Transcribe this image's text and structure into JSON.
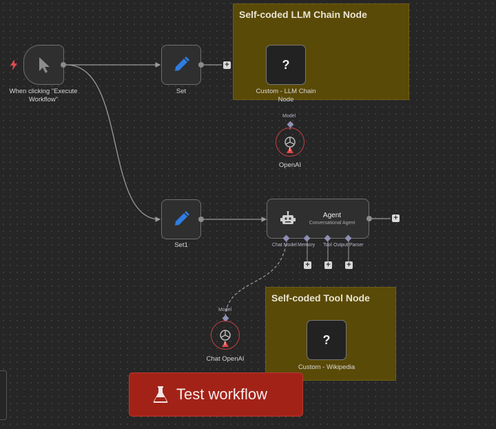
{
  "stickies": {
    "llm_chain_title": "Self-coded LLM Chain Node",
    "tool_title": "Self-coded Tool Node"
  },
  "nodes": {
    "trigger_label": "When clicking \"Execute Workflow\"",
    "set_label": "Set",
    "set1_label": "Set1",
    "custom_llm_label": "Custom - LLM Chain Node",
    "custom_wiki_label": "Custom - Wikipedia",
    "unknown_glyph": "?",
    "openai_label": "OpenAI",
    "chat_openai_label": "Chat OpenAI",
    "agent_title": "Agent",
    "agent_subtitle": "Conversational Agent"
  },
  "ports": {
    "model": "Model",
    "chat_model": "Chat Model",
    "memory": "Memory",
    "tool": "Tool",
    "output_parser": "Output Parser"
  },
  "plus_glyph": "+",
  "test_button": {
    "label": "Test workflow",
    "icon": "flask-icon"
  },
  "colors": {
    "canvas": "#262626",
    "sticky": "#5a4a08",
    "test_button": "#a32218",
    "error_ring": "#c43f44",
    "accent_blue": "#2f7de1"
  }
}
